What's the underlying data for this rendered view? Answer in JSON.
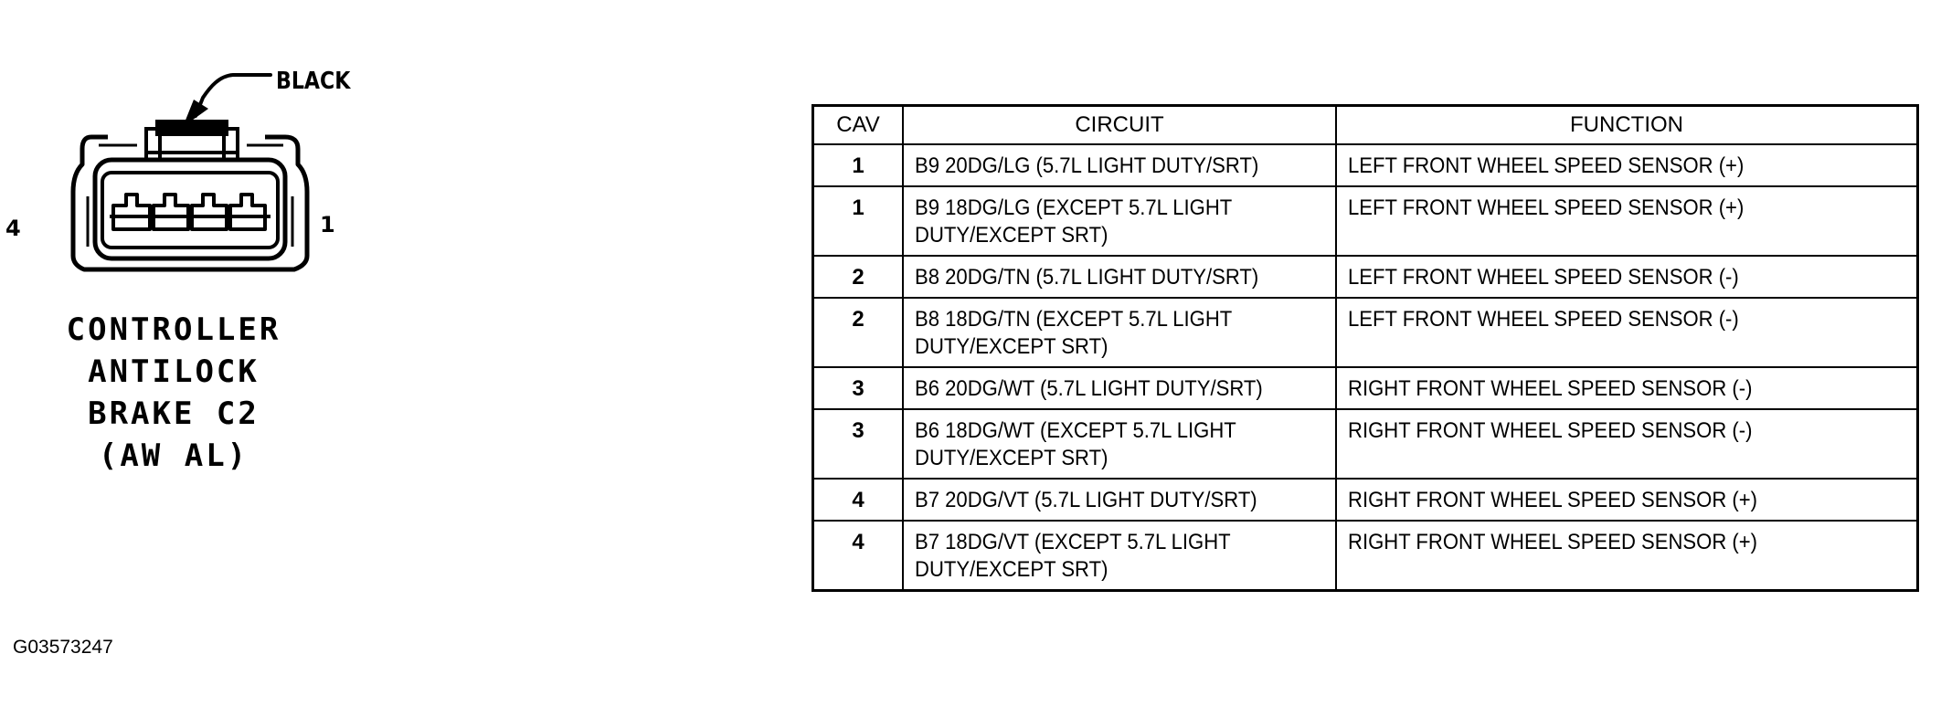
{
  "connector": {
    "color_label": "BLACK",
    "pin_left": "4",
    "pin_right": "1",
    "name_lines": [
      "CONTROLLER",
      "ANTILOCK",
      "BRAKE C2",
      "(AW AL)"
    ]
  },
  "figure_id": "G03573247",
  "table": {
    "headers": {
      "cav": "CAV",
      "circuit": "CIRCUIT",
      "function": "FUNCTION"
    },
    "rows": [
      {
        "cav": "1",
        "circuit": "B9 20DG/LG (5.7L LIGHT DUTY/SRT)",
        "function": "LEFT FRONT WHEEL SPEED SENSOR (+)"
      },
      {
        "cav": "1",
        "circuit": "B9 18DG/LG (EXCEPT 5.7L LIGHT DUTY/EXCEPT SRT)",
        "function": "LEFT FRONT WHEEL SPEED SENSOR (+)"
      },
      {
        "cav": "2",
        "circuit": "B8 20DG/TN (5.7L LIGHT DUTY/SRT)",
        "function": "LEFT FRONT WHEEL SPEED SENSOR (-)"
      },
      {
        "cav": "2",
        "circuit": "B8 18DG/TN (EXCEPT 5.7L LIGHT DUTY/EXCEPT SRT)",
        "function": "LEFT FRONT WHEEL SPEED SENSOR (-)"
      },
      {
        "cav": "3",
        "circuit": "B6 20DG/WT (5.7L LIGHT DUTY/SRT)",
        "function": "RIGHT FRONT WHEEL SPEED SENSOR (-)"
      },
      {
        "cav": "3",
        "circuit": "B6 18DG/WT (EXCEPT 5.7L LIGHT DUTY/EXCEPT SRT)",
        "function": "RIGHT FRONT WHEEL SPEED SENSOR (-)"
      },
      {
        "cav": "4",
        "circuit": "B7 20DG/VT (5.7L LIGHT DUTY/SRT)",
        "function": "RIGHT FRONT WHEEL SPEED SENSOR (+)"
      },
      {
        "cav": "4",
        "circuit": "B7 18DG/VT (EXCEPT 5.7L LIGHT DUTY/EXCEPT SRT)",
        "function": "RIGHT FRONT WHEEL SPEED SENSOR (+)"
      }
    ]
  }
}
